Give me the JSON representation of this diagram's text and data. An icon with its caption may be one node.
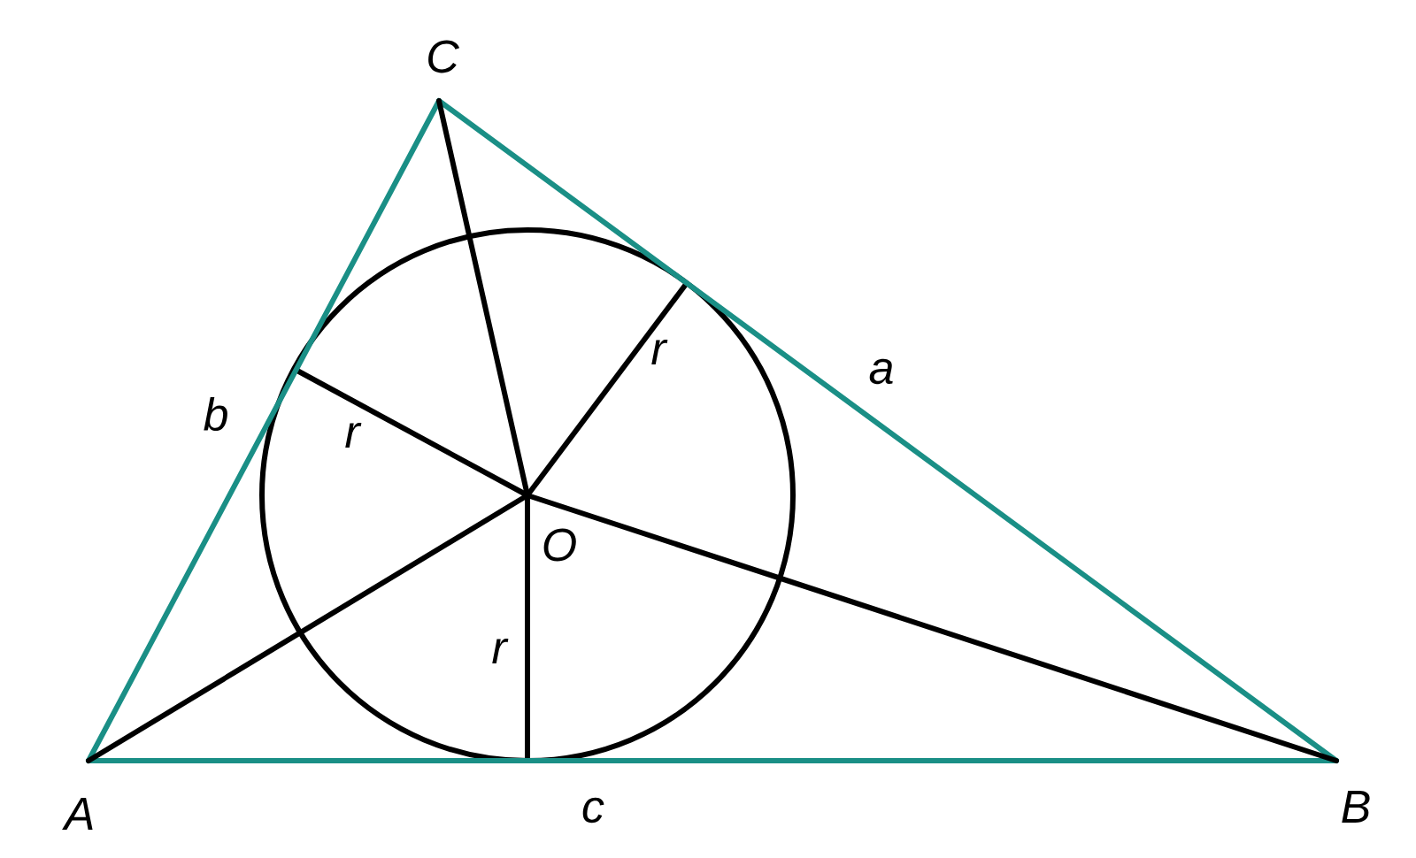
{
  "diagram": {
    "nodes": [
      {
        "text": [
          "A"
        ]
      },
      {
        "text": [
          "B"
        ]
      },
      {
        "text": [
          "C"
        ]
      },
      {
        "text": [
          "O"
        ]
      }
    ],
    "edges": [
      {
        "from": 0,
        "to": 1,
        "arrow": "none",
        "label": "c",
        "color": "#1a8f86"
      },
      {
        "from": 1,
        "to": 2,
        "arrow": "none",
        "label": "a",
        "color": "#1a8f86"
      },
      {
        "from": 2,
        "to": 0,
        "arrow": "none",
        "label": "b",
        "color": "#1a8f86"
      },
      {
        "from": 3,
        "to": 0,
        "arrow": "none",
        "color": "#000000"
      },
      {
        "from": 3,
        "to": 1,
        "arrow": "none",
        "color": "#000000"
      },
      {
        "from": 3,
        "to": 2,
        "arrow": "none",
        "color": "#000000"
      }
    ],
    "labels": [
      "r",
      "r",
      "r"
    ]
  }
}
